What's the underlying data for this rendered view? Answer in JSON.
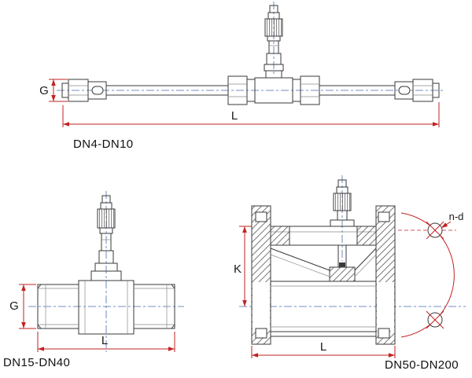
{
  "diagram": {
    "views": {
      "top": {
        "caption": "DN4-DN10",
        "dim_g": "G",
        "dim_l": "L"
      },
      "bottom_left": {
        "caption": "DN15-DN40",
        "dim_g": "G",
        "dim_l": "L"
      },
      "bottom_right": {
        "caption": "DN50-DN200",
        "dim_k": "K",
        "dim_l": "L",
        "dim_bolt": "n-d"
      }
    },
    "colors": {
      "line": "#3a3a3a",
      "dimension": "#c22222",
      "centerline": "#4a6fae",
      "background": "#ffffff"
    }
  }
}
